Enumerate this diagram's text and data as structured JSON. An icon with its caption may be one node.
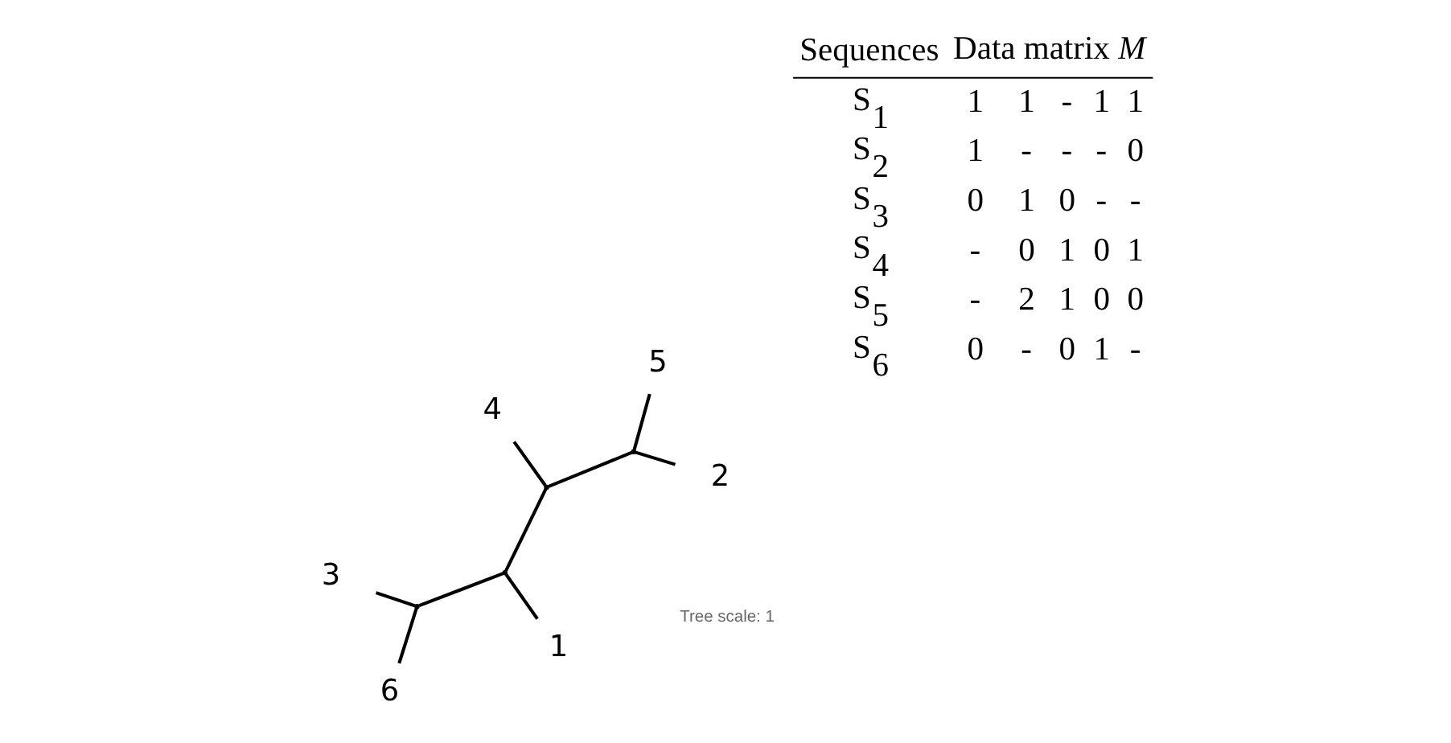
{
  "diagram": {
    "nodes": [
      {
        "text": [
          "6"
        ]
      },
      {
        "text": [
          "3"
        ]
      },
      {
        "text": [
          "1"
        ]
      },
      {
        "text": [
          "4"
        ]
      },
      {
        "text": [
          "2"
        ]
      },
      {
        "text": [
          "5"
        ]
      },
      {
        "text": [],
        "shape": "point"
      },
      {
        "text": [],
        "shape": "point"
      },
      {
        "text": [],
        "shape": "point"
      },
      {
        "text": [],
        "shape": "point"
      }
    ],
    "edges": [
      {
        "from": 0,
        "to": 6,
        "arrow": "none"
      },
      {
        "from": 1,
        "to": 6,
        "arrow": "none"
      },
      {
        "from": 6,
        "to": 7,
        "arrow": "none"
      },
      {
        "from": 2,
        "to": 7,
        "arrow": "none"
      },
      {
        "from": 7,
        "to": 8,
        "arrow": "none"
      },
      {
        "from": 8,
        "to": 3,
        "arrow": "none"
      },
      {
        "from": 8,
        "to": 9,
        "arrow": "none"
      },
      {
        "from": 9,
        "to": 4,
        "arrow": "none"
      },
      {
        "from": 9,
        "to": 5,
        "arrow": "none"
      }
    ],
    "labels": [
      "Tree scale: 1",
      "Sequences",
      "Data matrix *M*",
      "S$_{1}$",
      "1",
      "1",
      "-",
      "1",
      "1",
      "S$_{2}$",
      "1",
      "-",
      "-",
      "-",
      "0",
      "S$_{3}$",
      "0",
      "1",
      "0",
      "-",
      "-",
      "S$_{4}$",
      "-",
      "0",
      "1",
      "0",
      "1",
      "S$_{5}$",
      "-",
      "2",
      "1",
      "0",
      "0",
      "S$_{6}$",
      "0",
      "-",
      "0",
      "1",
      "-"
    ]
  }
}
